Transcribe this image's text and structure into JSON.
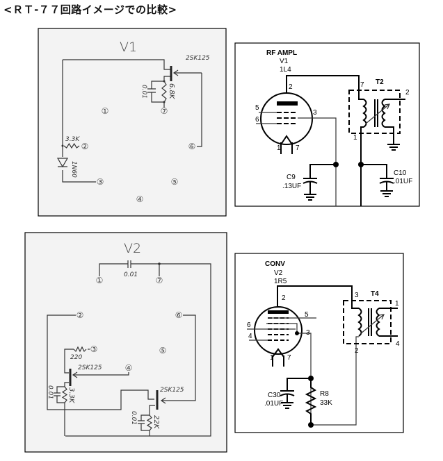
{
  "title": "<ＲＴ-７７回路イメージでの比較>",
  "v1_panel": {
    "heading": "V1",
    "transistor": "2SK125",
    "cap": "0.01",
    "resistor": "6.8K",
    "resistor2": "3.3K",
    "diode": "1N60",
    "pins": [
      "①",
      "②",
      "③",
      "④",
      "⑤",
      "⑥",
      "⑦"
    ]
  },
  "rf_panel": {
    "heading": "RF AMPL",
    "tube": "V1",
    "tube_type": "1L4",
    "pins": {
      "p2": "2",
      "p5": "5",
      "p6": "6",
      "p3": "3",
      "p1": "1",
      "p7": "7"
    },
    "transformer": "T2",
    "t_pins": {
      "t7": "7",
      "t2": "2",
      "t1": "1"
    },
    "c9": "C9",
    "c9_value": ".13UF",
    "c10": "C10",
    "c10_value": ".01UF"
  },
  "v2_panel": {
    "heading": "V2",
    "cap_top": "0.01",
    "resistor_220": "220",
    "transistor1": "2SK125",
    "transistor2": "2SK125",
    "cap1": "0.01",
    "res1": "3.3K",
    "cap2": "0.01",
    "res2": "22K",
    "pins": [
      "①",
      "②",
      "③",
      "④",
      "⑤",
      "⑥",
      "⑦"
    ]
  },
  "conv_panel": {
    "heading": "CONV",
    "tube": "V2",
    "tube_type": "1R5",
    "pins": {
      "p2": "2",
      "p5": "5",
      "p6": "6",
      "p4": "4",
      "p3": "3",
      "p1": "1",
      "p7": "7"
    },
    "transformer": "T4",
    "t_pins": {
      "t3": "3",
      "t1": "1",
      "t4": "4",
      "t2": "2"
    },
    "c30": "C30",
    "c30_value": ".01UF",
    "r8": "R8",
    "r8_value": "33K"
  }
}
